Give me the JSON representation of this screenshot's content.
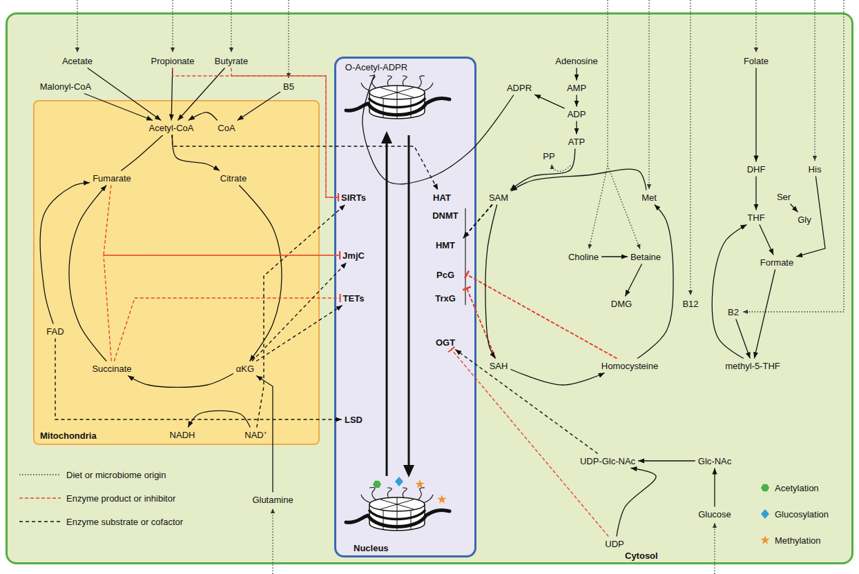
{
  "diagram": {
    "nodes": [
      {
        "text": [
          "Cytosol"
        ]
      },
      {
        "text": [
          "Mitochondria"
        ],
        "in": 0
      },
      {
        "text": [
          "Nucleus"
        ],
        "in": 0
      },
      {
        "text": [
          "Acetate"
        ],
        "in": 0
      },
      {
        "text": [
          "Propionate"
        ],
        "in": 0
      },
      {
        "text": [
          "Butyrate"
        ],
        "in": 0
      },
      {
        "text": [
          "Malonyl-CoA"
        ],
        "in": 0
      },
      {
        "text": [
          "Acetyl-CoA"
        ],
        "in": 1
      },
      {
        "text": [
          "CoA"
        ],
        "in": 1
      },
      {
        "text": [
          "B5"
        ],
        "in": 0
      },
      {
        "text": [
          "Fumarate"
        ],
        "in": 1
      },
      {
        "text": [
          "Citrate"
        ],
        "in": 1
      },
      {
        "text": [
          "FAD"
        ],
        "in": 1
      },
      {
        "text": [
          "Succinate"
        ],
        "in": 1
      },
      {
        "text": [
          "αKG"
        ],
        "in": 1
      },
      {
        "text": [
          "NADH"
        ],
        "in": 1
      },
      {
        "text": [
          "NAD⁺"
        ],
        "in": 1
      },
      {
        "text": [
          "Glutamine"
        ],
        "in": 0
      },
      {
        "text": [
          "O-Acetyl-ADPR"
        ],
        "in": 2
      },
      {
        "text": [
          "SIRTs"
        ],
        "in": 2
      },
      {
        "text": [
          "HAT"
        ],
        "in": 2
      },
      {
        "text": [
          "DNMT"
        ],
        "in": 2
      },
      {
        "text": [
          "HMT"
        ],
        "in": 2
      },
      {
        "text": [
          "JmjC"
        ],
        "in": 2
      },
      {
        "text": [
          "PcG"
        ],
        "in": 2
      },
      {
        "text": [
          "TrxG"
        ],
        "in": 2
      },
      {
        "text": [
          "TETs"
        ],
        "in": 2
      },
      {
        "text": [
          "LSD"
        ],
        "in": 2
      },
      {
        "text": [
          "OGT"
        ],
        "in": 2
      },
      {
        "text": [
          "Adenosine"
        ],
        "in": 0
      },
      {
        "text": [
          "ADPR"
        ],
        "in": 0
      },
      {
        "text": [
          "AMP"
        ],
        "in": 0
      },
      {
        "text": [
          "ADP"
        ],
        "in": 0
      },
      {
        "text": [
          "ATP"
        ],
        "in": 0
      },
      {
        "text": [
          "SAM"
        ],
        "in": 0
      },
      {
        "text": [
          "Met"
        ],
        "in": 0
      },
      {
        "text": [
          "Choline"
        ],
        "in": 0
      },
      {
        "text": [
          "Betaine"
        ],
        "in": 0
      },
      {
        "text": [
          "DMG"
        ],
        "in": 0
      },
      {
        "text": [
          "B12"
        ],
        "in": 0
      },
      {
        "text": [
          "SAH"
        ],
        "in": 0
      },
      {
        "text": [
          "Homocysteine"
        ],
        "in": 0
      },
      {
        "text": [
          "Folate"
        ],
        "in": 0
      },
      {
        "text": [
          "DHF"
        ],
        "in": 0
      },
      {
        "text": [
          "His"
        ],
        "in": 0
      },
      {
        "text": [
          "Ser"
        ],
        "in": 0
      },
      {
        "text": [
          "THF"
        ],
        "in": 0
      },
      {
        "text": [
          "Gly"
        ],
        "in": 0
      },
      {
        "text": [
          "Formate"
        ],
        "in": 0
      },
      {
        "text": [
          "B2"
        ],
        "in": 0
      },
      {
        "text": [
          "methyl-5-THF"
        ],
        "in": 0
      },
      {
        "text": [
          "UDP-Glc-NAc"
        ],
        "in": 0
      },
      {
        "text": [
          "Glc-NAc"
        ],
        "in": 0
      },
      {
        "text": [
          "UDP"
        ],
        "in": 0
      },
      {
        "text": [
          "Glucose"
        ],
        "in": 0
      }
    ],
    "edges": [
      {
        "from": 3,
        "to": 7,
        "arrow": "to"
      },
      {
        "from": 4,
        "to": 7,
        "arrow": "to"
      },
      {
        "from": 5,
        "to": 7,
        "arrow": "to"
      },
      {
        "from": 6,
        "to": 7,
        "arrow": "to"
      },
      {
        "from": 9,
        "to": 8,
        "arrow": "to"
      },
      {
        "from": 8,
        "to": 7,
        "arrow": "to"
      },
      {
        "from": 7,
        "to": 11,
        "arrow": "to"
      },
      {
        "from": 11,
        "to": 14,
        "arrow": "to"
      },
      {
        "from": 14,
        "to": 13,
        "arrow": "to"
      },
      {
        "from": 16,
        "to": 15,
        "arrow": "to"
      },
      {
        "from": 13,
        "to": 10,
        "arrow": "to"
      },
      {
        "from": 10,
        "to": 7,
        "arrow": "none"
      },
      {
        "from": 12,
        "to": 10,
        "arrow": "to"
      },
      {
        "from": 17,
        "to": 14,
        "arrow": "to"
      },
      {
        "from": 7,
        "to": 20,
        "arrow": "to"
      },
      {
        "from": 4,
        "to": 19,
        "arrow": "to"
      },
      {
        "from": 5,
        "to": 19,
        "arrow": "to"
      },
      {
        "from": 16,
        "to": 19,
        "arrow": "to"
      },
      {
        "from": 10,
        "to": 23,
        "arrow": "to"
      },
      {
        "from": 13,
        "to": 23,
        "arrow": "to"
      },
      {
        "from": 13,
        "to": 26,
        "arrow": "to"
      },
      {
        "from": 14,
        "to": 23,
        "arrow": "to"
      },
      {
        "from": 14,
        "to": 26,
        "arrow": "to"
      },
      {
        "from": 12,
        "to": 27,
        "arrow": "to"
      },
      {
        "from": 34,
        "to": 21,
        "arrow": "to"
      },
      {
        "from": 34,
        "to": 22,
        "arrow": "to"
      },
      {
        "from": 34,
        "to": 24,
        "arrow": "to"
      },
      {
        "from": 34,
        "to": 25,
        "arrow": "to"
      },
      {
        "from": 40,
        "to": 21,
        "arrow": "to"
      },
      {
        "from": 40,
        "to": 22,
        "arrow": "to"
      },
      {
        "from": 40,
        "to": 24,
        "arrow": "to"
      },
      {
        "from": 40,
        "to": 25,
        "arrow": "to"
      },
      {
        "from": 41,
        "to": 21,
        "arrow": "to"
      },
      {
        "from": 41,
        "to": 22,
        "arrow": "to"
      },
      {
        "from": 41,
        "to": 24,
        "arrow": "to"
      },
      {
        "from": 41,
        "to": 25,
        "arrow": "to"
      },
      {
        "from": 51,
        "to": 28,
        "arrow": "to"
      },
      {
        "from": 53,
        "to": 28,
        "arrow": "to"
      },
      {
        "from": 29,
        "to": 31,
        "arrow": "to"
      },
      {
        "from": 31,
        "to": 32,
        "arrow": "to"
      },
      {
        "from": 32,
        "to": 33,
        "arrow": "to"
      },
      {
        "from": 32,
        "to": 30,
        "arrow": "to"
      },
      {
        "from": 30,
        "to": 18,
        "arrow": "none"
      },
      {
        "from": 33,
        "to": 34,
        "arrow": "to"
      },
      {
        "from": 35,
        "to": 34,
        "arrow": "to"
      },
      {
        "from": 34,
        "to": 40,
        "arrow": "to"
      },
      {
        "from": 40,
        "to": 41,
        "arrow": "to"
      },
      {
        "from": 41,
        "to": 35,
        "arrow": "to"
      },
      {
        "from": 36,
        "to": 37,
        "arrow": "to"
      },
      {
        "from": 37,
        "to": 38,
        "arrow": "to"
      },
      {
        "from": 42,
        "to": 43,
        "arrow": "to"
      },
      {
        "from": 43,
        "to": 46,
        "arrow": "to"
      },
      {
        "from": 45,
        "to": 47,
        "arrow": "to"
      },
      {
        "from": 46,
        "to": 48,
        "arrow": "to"
      },
      {
        "from": 44,
        "to": 48,
        "arrow": "to"
      },
      {
        "from": 48,
        "to": 50,
        "arrow": "to"
      },
      {
        "from": 49,
        "to": 50,
        "arrow": "to"
      },
      {
        "from": 50,
        "to": 46,
        "arrow": "to"
      },
      {
        "from": 52,
        "to": 51,
        "arrow": "to"
      },
      {
        "from": 53,
        "to": 51,
        "arrow": "to"
      },
      {
        "from": 54,
        "to": 52,
        "arrow": "to"
      }
    ],
    "labels": [
      "PP"
    ],
    "legend": [
      {
        "text": "Diet or microbiome origin"
      },
      {
        "text": "Enzyme product or inhibitor"
      },
      {
        "text": "Enzyme substrate or cofactor"
      },
      {
        "text": "Acetylation"
      },
      {
        "text": "Glucosylation"
      },
      {
        "text": "Methylation"
      }
    ]
  }
}
